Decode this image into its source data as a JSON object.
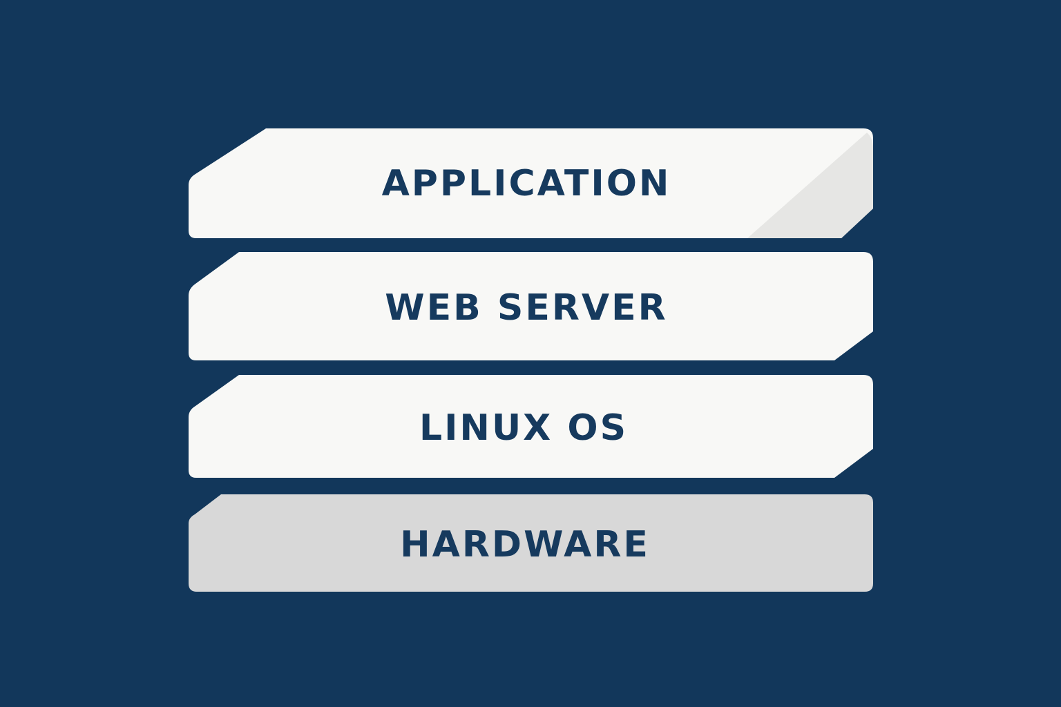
{
  "colors": {
    "background": "#12375b",
    "layer_fill": "#f8f8f6",
    "base_fill": "#d8d8d8",
    "text": "#163a5e"
  },
  "layers": [
    {
      "label": "APPLICATION"
    },
    {
      "label": "WEB SERVER"
    },
    {
      "label": "LINUX OS"
    },
    {
      "label": "HARDWARE"
    }
  ]
}
